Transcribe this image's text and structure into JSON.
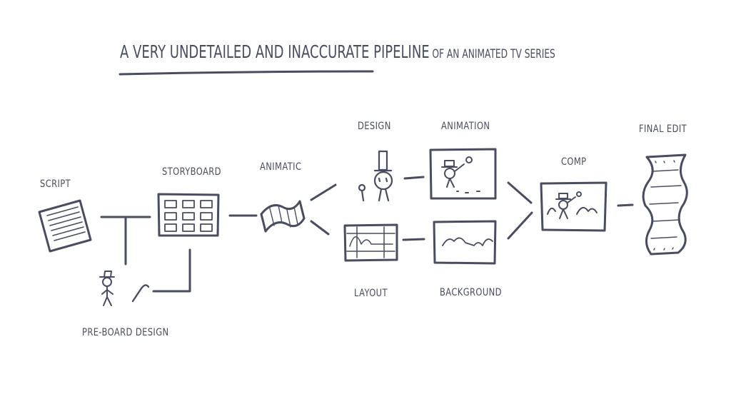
{
  "title": {
    "main": "A VERY UNDETAILED AND INACCURATE PIPELINE",
    "sub": "OF AN ANIMATED TV SERIES"
  },
  "nodes": {
    "script": "SCRIPT",
    "storyboard": "STORYBOARD",
    "pre_board_design": "PRE-BOARD DESIGN",
    "animatic": "ANIMATIC",
    "design": "DESIGN",
    "layout": "LAYOUT",
    "animation": "ANIMATION",
    "background": "BACKGROUND",
    "comp": "COMP",
    "final_edit": "FINAL EDIT"
  },
  "colors": {
    "ink": "#4a4c5f",
    "background": "#ffffff"
  }
}
